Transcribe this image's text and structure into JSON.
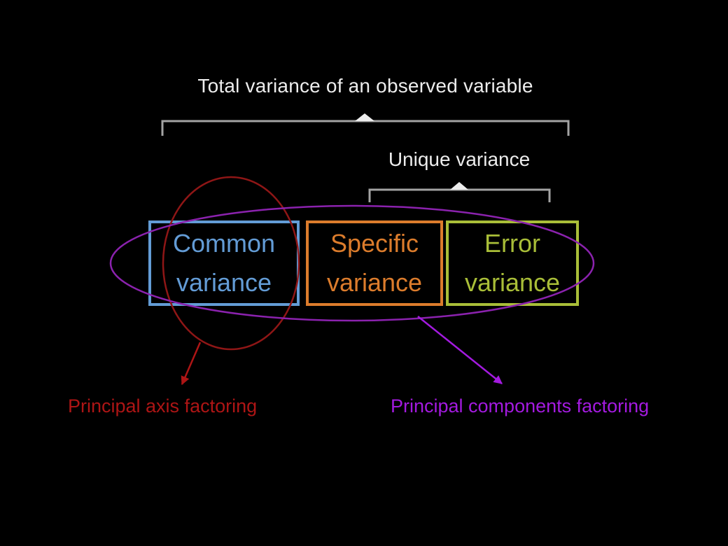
{
  "slide": {
    "title": "Total variance of an observed variable",
    "unique_variance_label": "Unique variance",
    "boxes": [
      {
        "id": "common-variance",
        "line1": "Common",
        "line2": "variance"
      },
      {
        "id": "specific-variance",
        "line1": "Specific",
        "line2": "variance"
      },
      {
        "id": "error-variance",
        "line1": "Error",
        "line2": "variance"
      }
    ],
    "annotations": {
      "paf": "Principal axis factoring",
      "pcf": "Principal components factoring"
    }
  },
  "colors": {
    "background": "#000000",
    "title_text": "#EDEDED",
    "bracket": "#A3A3A3",
    "bracket_tip": "#EDEDED",
    "common_blue": "#639CD6",
    "specific_orange": "#DC7C2C",
    "error_green": "#A9BE38",
    "ellipse_red": "#8F1616",
    "paf_red": "#AD1515",
    "ellipse_purple": "#8B22AE",
    "pcf_purple": "#A31ADF"
  }
}
